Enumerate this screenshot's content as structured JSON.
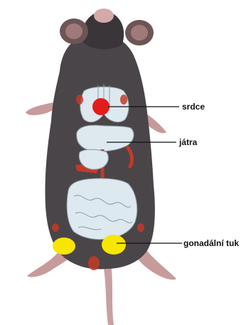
{
  "labels": {
    "heart": "srdce",
    "liver": "játra",
    "gonadal_fat": "gonadální tuk"
  },
  "colors": {
    "fur": "#4a4548",
    "fur_dark": "#2f2a2d",
    "skin_pink": "#d9a3a4",
    "organ_fill": "#dde9ef",
    "organ_outline": "#8a9aa3",
    "heart_red": "#e31b1b",
    "vessel_red": "#c23a2a",
    "fat_yellow": "#f7e600",
    "leader_line": "#111111"
  }
}
